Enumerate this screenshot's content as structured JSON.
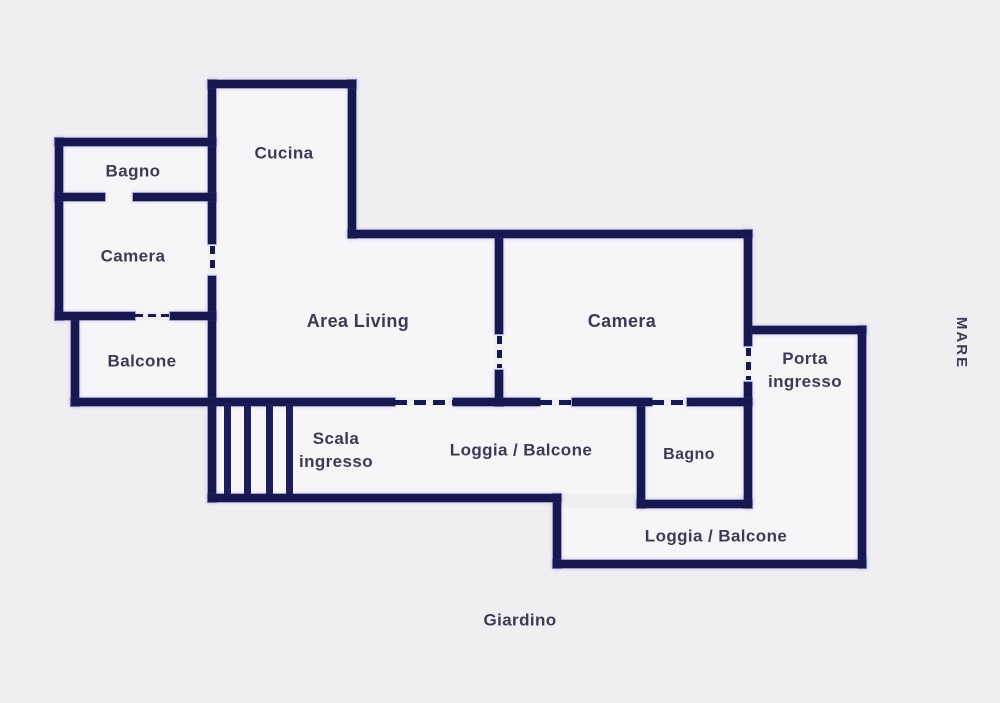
{
  "rooms": {
    "bagno_top_left": "Bagno",
    "camera_left": "Camera",
    "cucina": "Cucina",
    "balcone": "Balcone",
    "area_living": "Area Living",
    "camera_right": "Camera",
    "porta_ingresso": "Porta\ningresso",
    "scala_ingresso": "Scala\ningresso",
    "loggia_balcone_mid": "Loggia / Balcone",
    "bagno_bottom": "Bagno",
    "loggia_balcone_bottom": "Loggia / Balcone"
  },
  "outside": {
    "giardino": "Giardino",
    "mare": "MARE"
  },
  "colors": {
    "wall": "#181850",
    "wall_edge": "#2c2c8c",
    "background": "#efeff2",
    "room_fill": "#f6f6f9",
    "label_text": "#3b3b54"
  }
}
